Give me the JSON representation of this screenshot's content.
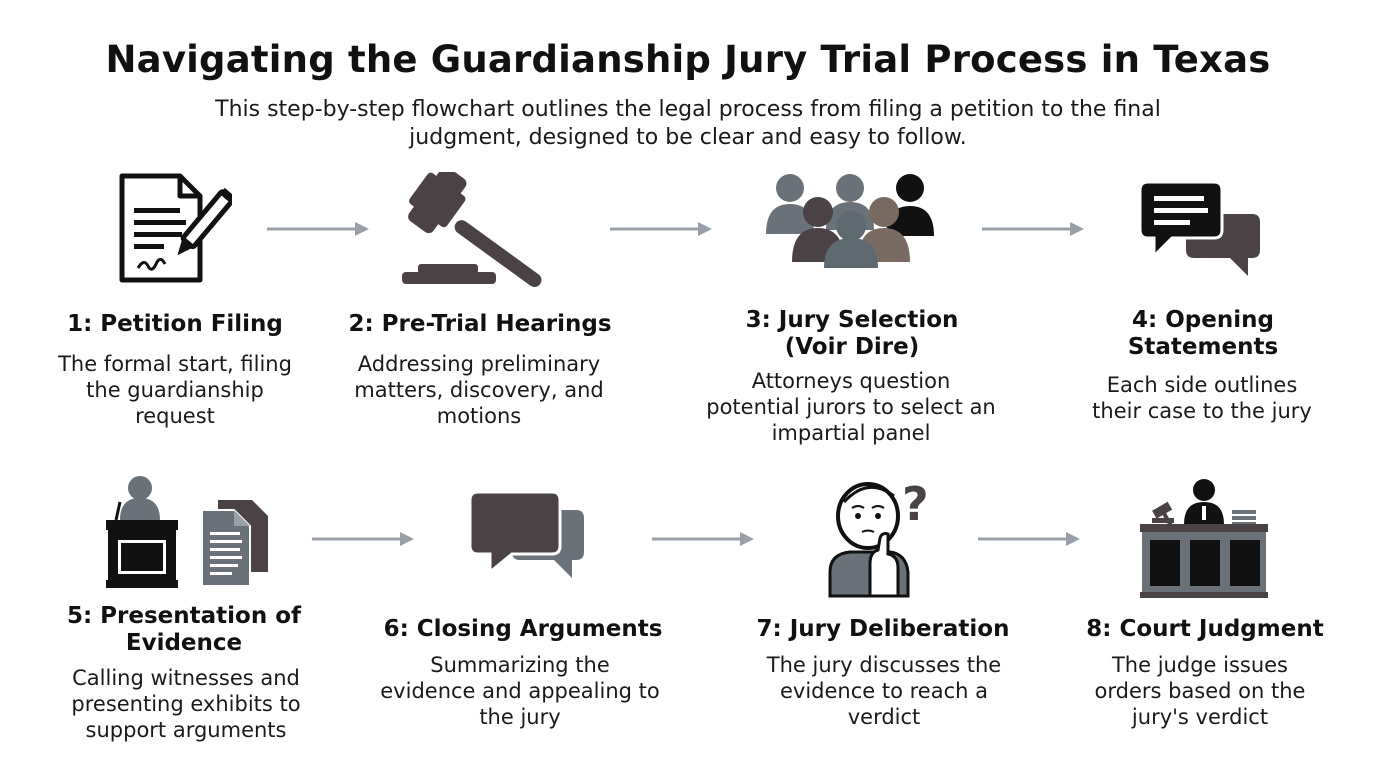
{
  "header": {
    "title": "Navigating the Guardianship Jury Trial Process in Texas",
    "subtitle": "This step-by-step flowchart outlines the legal process from filing a petition to the final judgment, designed to be clear and easy to follow."
  },
  "steps": [
    {
      "title": "1: Petition Filing",
      "description": "The formal start, filing the guardianship request",
      "icon": "document-pen-icon"
    },
    {
      "title": "2: Pre-Trial Hearings",
      "description": "Addressing preliminary matters, discovery, and motions",
      "icon": "gavel-icon"
    },
    {
      "title": "3: Jury Selection (Voir Dire)",
      "description": "Attorneys question potential jurors to select an impartial panel",
      "icon": "people-group-icon"
    },
    {
      "title": "4: Opening Statements",
      "description": "Each side outlines their case to the jury",
      "icon": "speech-bubbles-icon"
    },
    {
      "title": "5: Presentation of Evidence",
      "description": "Calling witnesses and presenting exhibits to support arguments",
      "icon": "podium-document-icon"
    },
    {
      "title": "6: Closing Arguments",
      "description": "Summarizing the evidence and appealing to the jury",
      "icon": "speech-bubbles-icon"
    },
    {
      "title": "7: Jury Deliberation",
      "description": "The jury discusses the evidence to reach a verdict",
      "icon": "thinking-person-icon"
    },
    {
      "title": "8: Court Judgment",
      "description": "The judge issues orders based on the jury's verdict",
      "icon": "judge-bench-icon"
    }
  ]
}
